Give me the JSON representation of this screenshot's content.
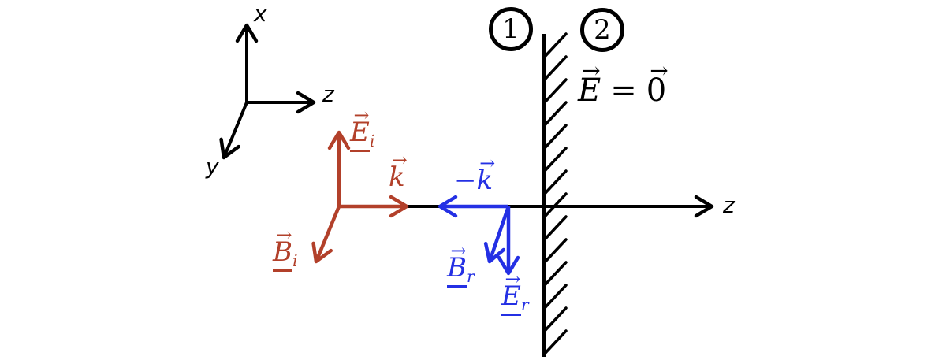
{
  "colors": {
    "ink": "#000000",
    "incident": "#b2402a",
    "reflected": "#2430e4"
  },
  "icons": {
    "vector_arrow": "→"
  },
  "frame": {
    "x": "x",
    "y": "y",
    "z": "z"
  },
  "regions": {
    "one": "1",
    "two": "2"
  },
  "wall_equation": {
    "lhs": "E",
    "equals": "=",
    "rhs": "0"
  },
  "z_axis": {
    "label": "z"
  },
  "incident_wave": {
    "E_label": {
      "base": "E",
      "sub": "i"
    },
    "k_label": {
      "base": "k"
    },
    "B_label": {
      "base": "B",
      "sub": "i"
    }
  },
  "reflected_wave": {
    "k_label": {
      "prefix": "−",
      "base": "k"
    },
    "B_label": {
      "base": "B",
      "sub": "r"
    },
    "E_label": {
      "base": "E",
      "sub": "r"
    }
  }
}
